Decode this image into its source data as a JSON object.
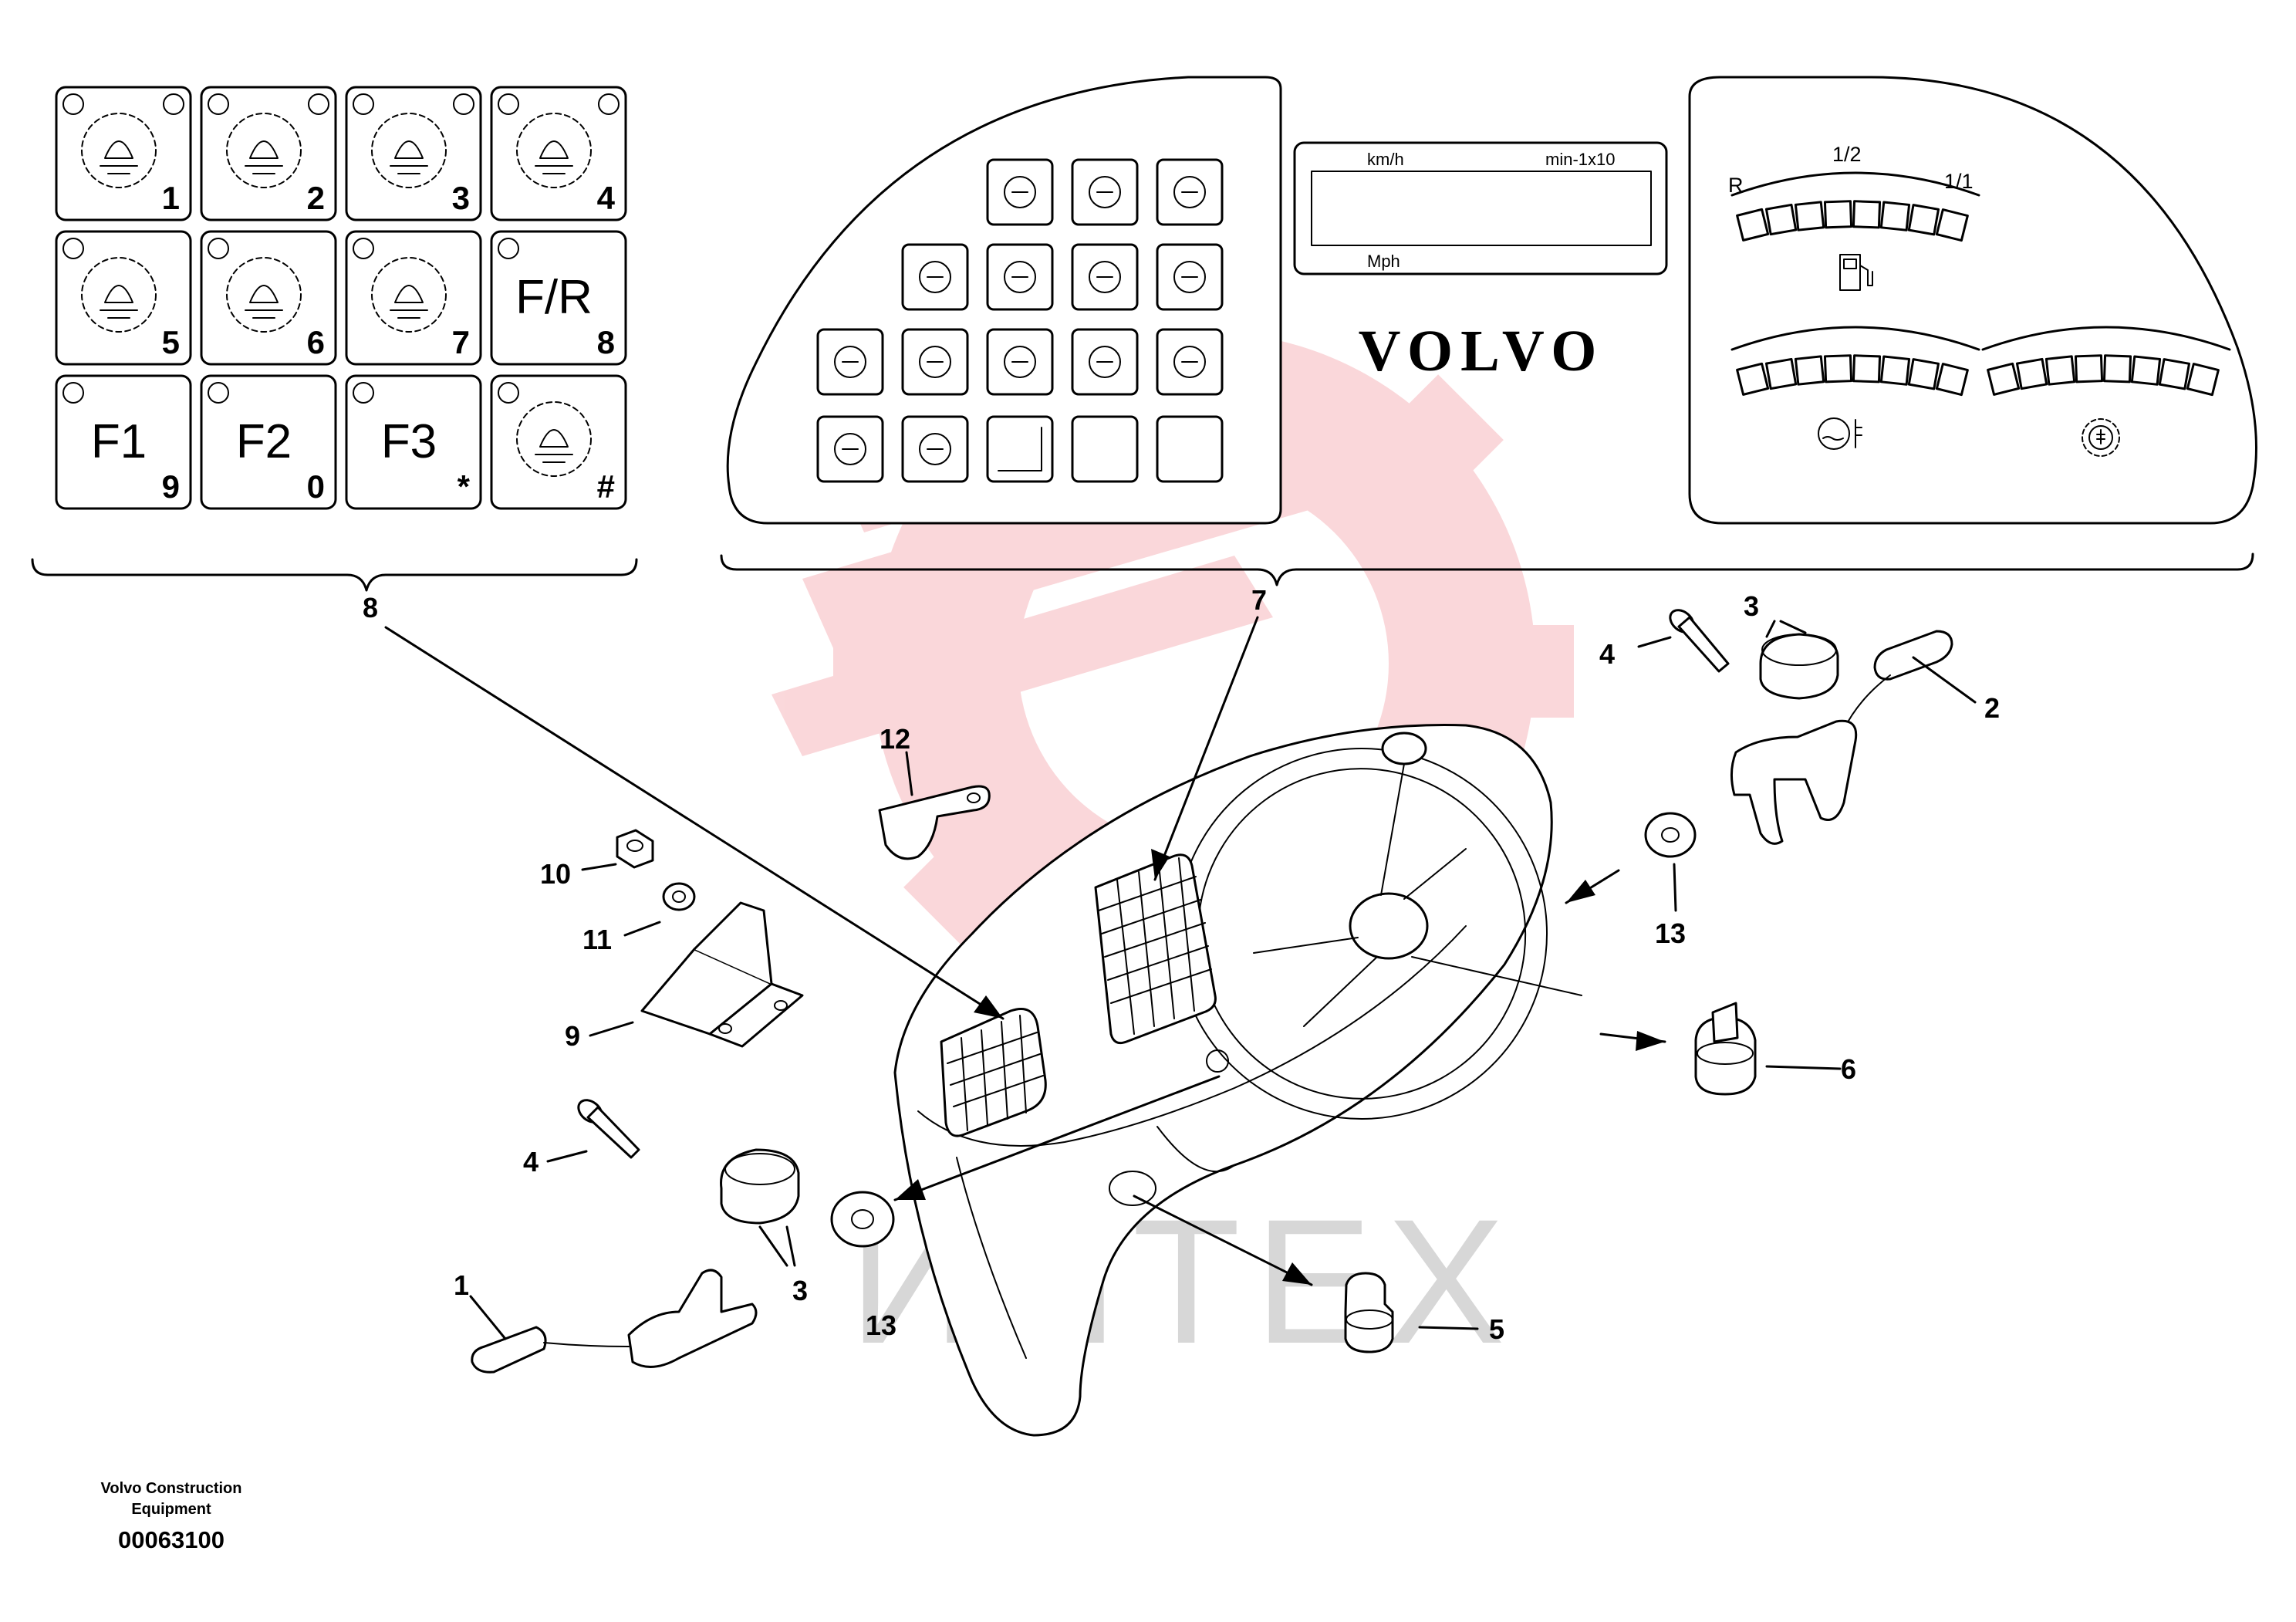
{
  "keypad": {
    "keys": [
      {
        "icon": "work-light-icon",
        "label": "",
        "num": "1"
      },
      {
        "icon": "head-light-icon",
        "label": "",
        "num": "2"
      },
      {
        "icon": "head-light-low-icon",
        "label": "",
        "num": "3"
      },
      {
        "icon": "rear-wiper-icon",
        "label": "",
        "num": "4"
      },
      {
        "icon": "rotating-beacon-icon",
        "label": "",
        "num": "5"
      },
      {
        "icon": "bucket-positioner-icon",
        "label": "",
        "num": "6"
      },
      {
        "icon": "boom-lock-icon",
        "label": "",
        "num": "7"
      },
      {
        "icon": "",
        "label": "F/R",
        "num": "8"
      },
      {
        "icon": "",
        "label": "F1",
        "num": "9"
      },
      {
        "icon": "",
        "label": "F2",
        "num": "0"
      },
      {
        "icon": "",
        "label": "F3",
        "num": "*"
      },
      {
        "icon": "lever-lock-icon",
        "label": "",
        "num": "#"
      }
    ]
  },
  "instrument_panel": {
    "display": {
      "speed_unit": "km/h",
      "rpm_unit": "min-1x10",
      "speed_unit_alt": "Mph"
    },
    "brand": "VOLVO",
    "gear_gauge": {
      "left_label": "R",
      "mid_label": "1/2",
      "right_label": "1/1"
    },
    "gauges": [
      "fuel-gauge-icon",
      "coolant-temp-gauge-icon",
      "transmission-temp-gauge-icon"
    ],
    "warning_lights": [
      [
        "arrow-up-icon",
        "arrow-down-icon",
        "turn-signal-icon"
      ],
      [
        "preheat-icon",
        "high-beam-icon",
        "parking-brake-icon",
        "brake-pressure-icon"
      ],
      [
        "central-warning-icon",
        "transmission-oil-temp-icon",
        "coolant-temp-icon",
        "engine-oil-pressure-icon",
        "battery-charge-icon"
      ],
      [
        "float-position-icon",
        "hydraulic-oil-temp-icon",
        "blank-lamp-icon",
        "blank-lamp-icon",
        "blank-lamp-icon"
      ]
    ]
  },
  "callouts": [
    "8",
    "7",
    "12",
    "10",
    "11",
    "9",
    "4",
    "1",
    "3",
    "13",
    "2",
    "6",
    "5"
  ],
  "watermark": "ИНТЕХ",
  "footer": {
    "company_line1": "Volvo Construction",
    "company_line2": "Equipment",
    "drawing_number": "00063100"
  }
}
